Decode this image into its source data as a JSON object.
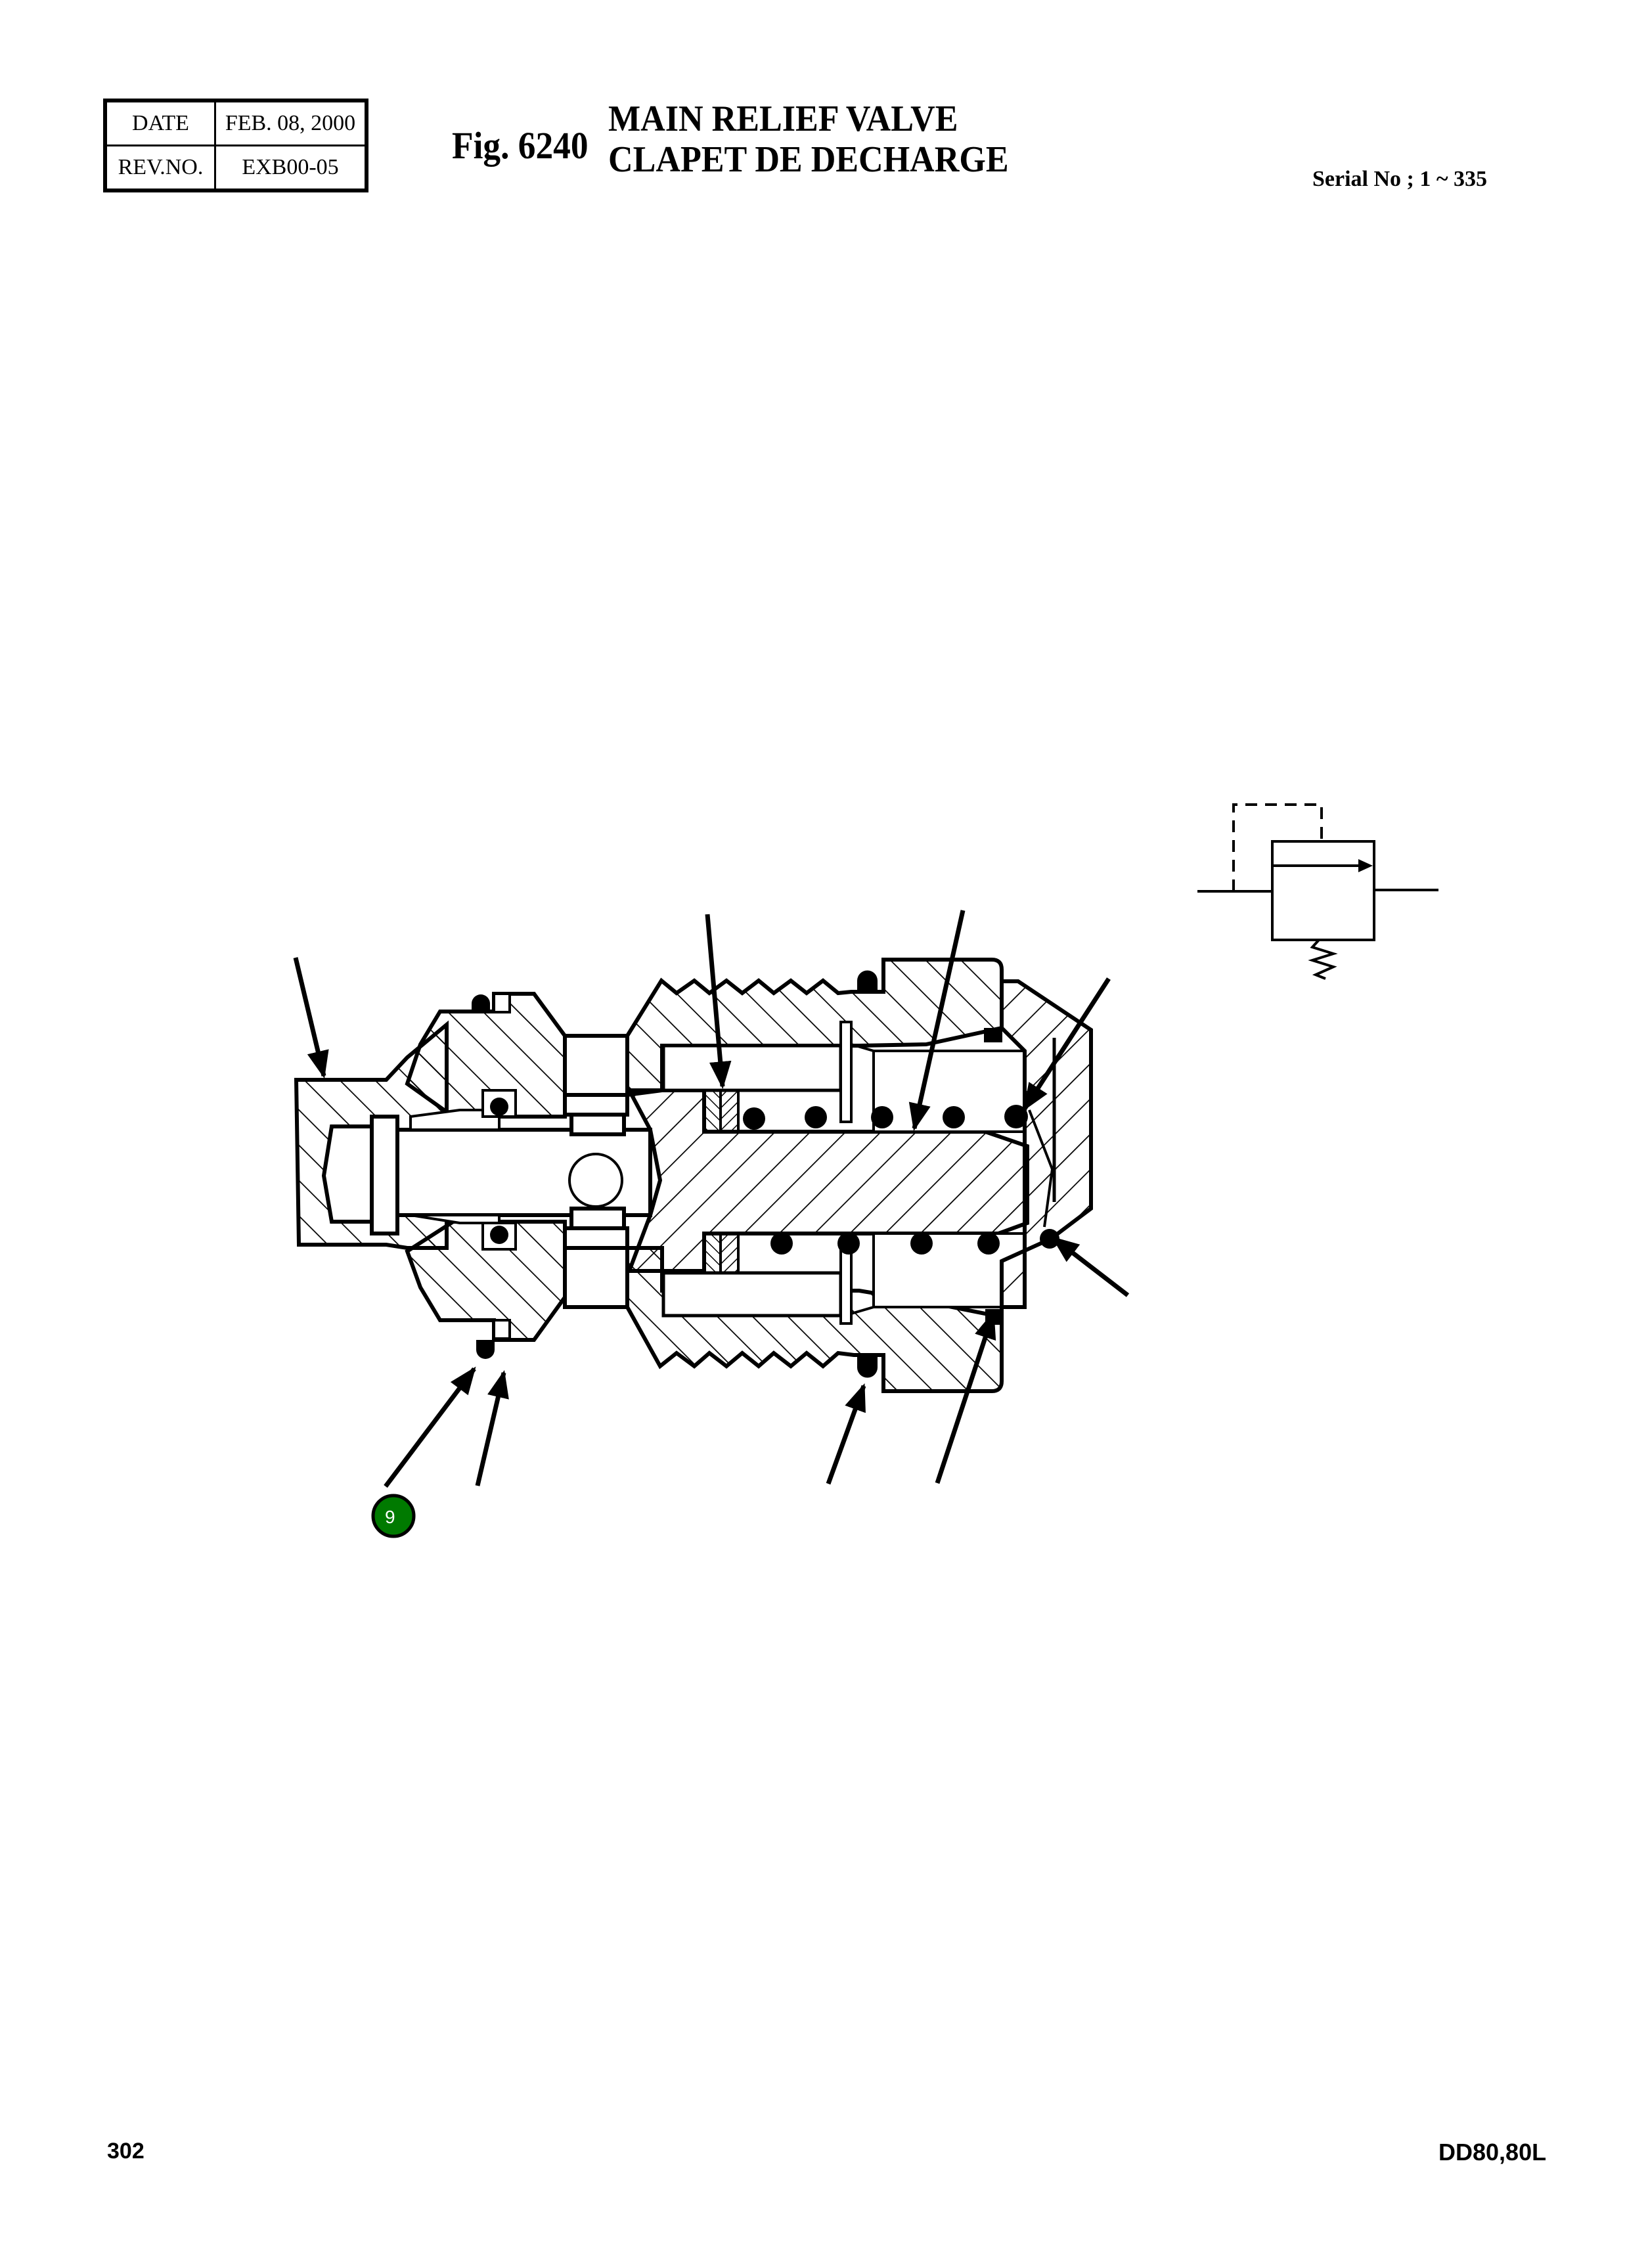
{
  "header": {
    "revision_table": {
      "date_label": "DATE",
      "date_value": "FEB. 08, 2000",
      "rev_label": "REV.NO.",
      "rev_value": "EXB00-05"
    },
    "figure_number": "Fig. 6240",
    "title_en": "MAIN RELIEF VALVE",
    "title_fr": "CLAPET DE DECHARGE",
    "serial": "Serial No ; 1 ~ 335"
  },
  "drawing": {
    "type": "sectional view of main relief valve",
    "hydraulic_symbol": "relief-valve-symbol",
    "callouts": [
      {
        "number": "9",
        "color": "#007a00",
        "text_color": "#ffffff"
      }
    ],
    "leader_count": 10
  },
  "footer": {
    "page_number": "302",
    "model": "DD80,80L"
  }
}
